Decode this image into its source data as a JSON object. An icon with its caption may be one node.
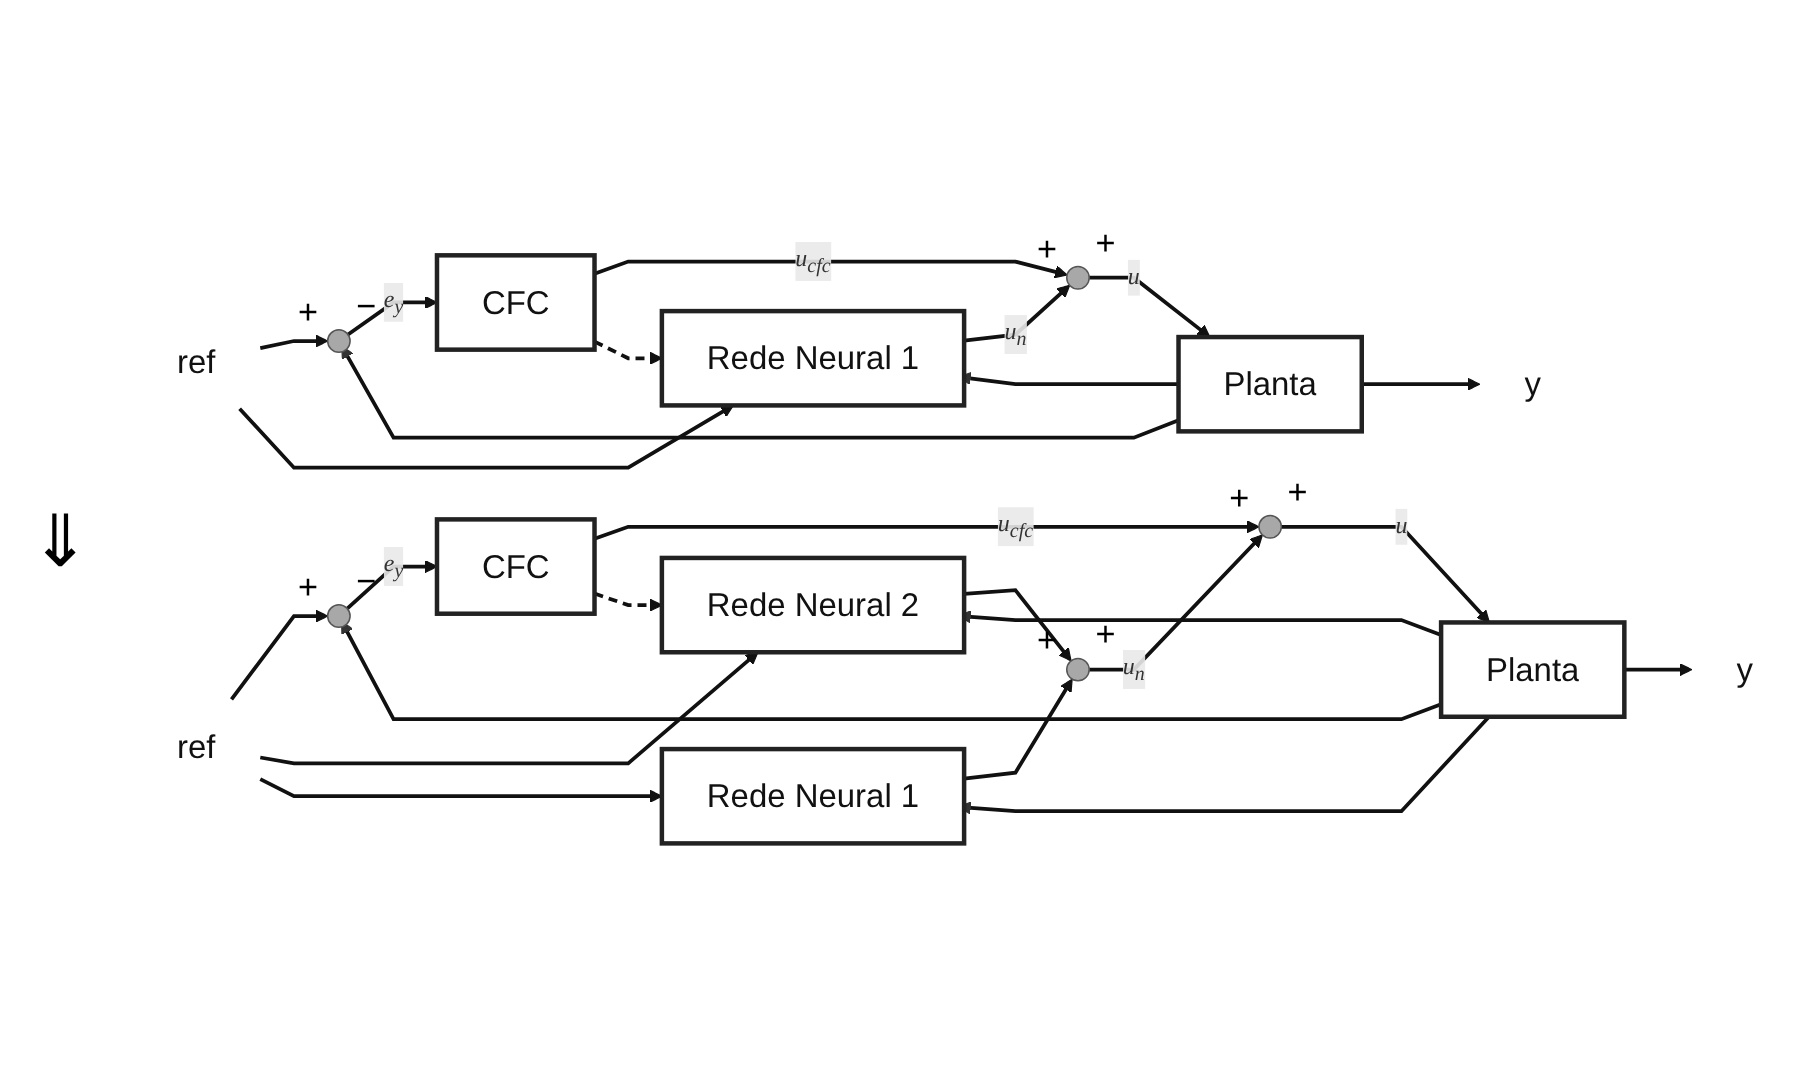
{
  "diagram": {
    "nodes": [
      {
        "text": [
          "ref"
        ]
      },
      {
        "text": [
          "Rede Neural 1"
        ]
      },
      {
        "text": [],
        "shape": "circle",
        "beside": [
          "+",
          "−"
        ]
      },
      {
        "text": [
          "CFC"
        ]
      },
      {
        "text": [],
        "shape": "circle",
        "beside": [
          "+",
          "+"
        ]
      },
      {
        "text": [
          "Planta"
        ]
      },
      {
        "text": [
          "y"
        ]
      },
      {
        "text": [
          "ref"
        ]
      },
      {
        "text": [
          "Rede Neural 2"
        ]
      },
      {
        "text": [
          "Rede Neural 1"
        ]
      },
      {
        "text": [],
        "shape": "circle",
        "beside": [
          "+",
          "+"
        ]
      },
      {
        "text": [],
        "shape": "circle",
        "beside": [
          "+",
          "−"
        ]
      },
      {
        "text": [
          "CFC"
        ]
      },
      {
        "text": [],
        "shape": "circle",
        "beside": [
          "+",
          "+"
        ]
      },
      {
        "text": [
          "Planta"
        ]
      },
      {
        "text": [
          "y"
        ]
      }
    ],
    "edges": [
      {
        "from": 0,
        "to": 2,
        "arrow": "to"
      },
      {
        "from": 0,
        "to": 1,
        "arrow": "to"
      },
      {
        "from": 2,
        "to": 3,
        "arrow": "to",
        "label": "e$_{y}$"
      },
      {
        "from": 3,
        "to": 4,
        "arrow": "to",
        "label": "u$_{cfc}$"
      },
      {
        "from": 1,
        "to": 4,
        "arrow": "to",
        "label": "u$_{n}$"
      },
      {
        "from": 4,
        "to": 5,
        "arrow": "to",
        "label": "u"
      },
      {
        "from": 5,
        "to": 6,
        "arrow": "to"
      },
      {
        "from": 5,
        "to": 2,
        "arrow": "to"
      },
      {
        "from": 5,
        "to": 1,
        "arrow": "to"
      },
      {
        "from": 3,
        "to": 1,
        "arrow": "to",
        "style": "dashed"
      },
      {
        "from": 7,
        "to": 11,
        "arrow": "to"
      },
      {
        "from": 7,
        "to": 8,
        "arrow": "to"
      },
      {
        "from": 7,
        "to": 9,
        "arrow": "to"
      },
      {
        "from": 11,
        "to": 12,
        "arrow": "to",
        "label": "e$_{y}$"
      },
      {
        "from": 12,
        "to": 13,
        "arrow": "to",
        "label": "u$_{cfc}$"
      },
      {
        "from": 8,
        "to": 10,
        "arrow": "to"
      },
      {
        "from": 9,
        "to": 10,
        "arrow": "to"
      },
      {
        "from": 10,
        "to": 13,
        "arrow": "to",
        "label": "u$_{n}$"
      },
      {
        "from": 13,
        "to": 14,
        "arrow": "to",
        "label": "u"
      },
      {
        "from": 14,
        "to": 15,
        "arrow": "to"
      },
      {
        "from": 14,
        "to": 11,
        "arrow": "to"
      },
      {
        "from": 14,
        "to": 8,
        "arrow": "to"
      },
      {
        "from": 14,
        "to": 9,
        "arrow": "to"
      },
      {
        "from": 12,
        "to": 8,
        "arrow": "to",
        "style": "dashed"
      }
    ],
    "labels": [
      "⇓"
    ]
  }
}
